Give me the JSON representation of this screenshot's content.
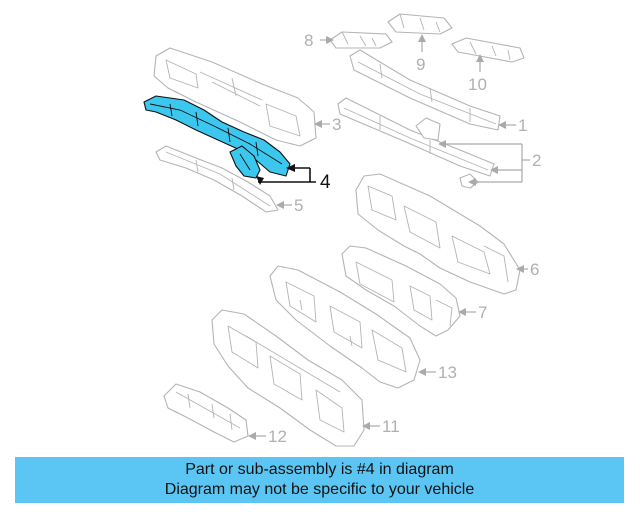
{
  "diagram": {
    "callouts": [
      "1",
      "2",
      "3",
      "4",
      "5",
      "6",
      "7",
      "8",
      "9",
      "10",
      "11",
      "12",
      "13"
    ],
    "highlighted_callout": "4"
  },
  "banner": {
    "line1": "Part or sub-assembly is #4 in diagram",
    "line2": "Diagram may not be specific to your vehicle"
  }
}
